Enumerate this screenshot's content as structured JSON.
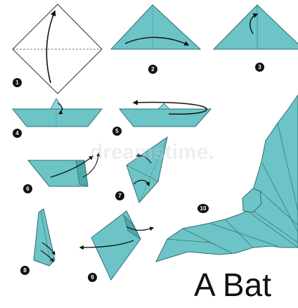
{
  "title": "A Bat",
  "watermark": "dreamstime.",
  "colors": {
    "paper": "#6cc4c6",
    "fold_line": "#2e6e73",
    "outline": "#3b3b3b",
    "arrow": "#111111",
    "badge": "#111111"
  },
  "steps": [
    {
      "number": "1"
    },
    {
      "number": "2"
    },
    {
      "number": "3"
    },
    {
      "number": "4"
    },
    {
      "number": "5"
    },
    {
      "number": "6"
    },
    {
      "number": "7"
    },
    {
      "number": "8"
    },
    {
      "number": "9"
    },
    {
      "number": "10"
    }
  ]
}
